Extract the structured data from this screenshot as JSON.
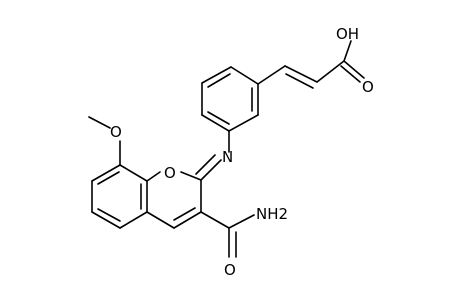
{
  "atoms": {
    "hydroxyl": "OH",
    "carbonyl_o_acid": "O",
    "ring_o": "O",
    "methoxy_o": "O",
    "imine_n": "N",
    "amide_o": "O",
    "amide_nh2": "NH2"
  },
  "colors": {
    "bond": "#000000",
    "text": "#000000",
    "background": "#ffffff"
  }
}
